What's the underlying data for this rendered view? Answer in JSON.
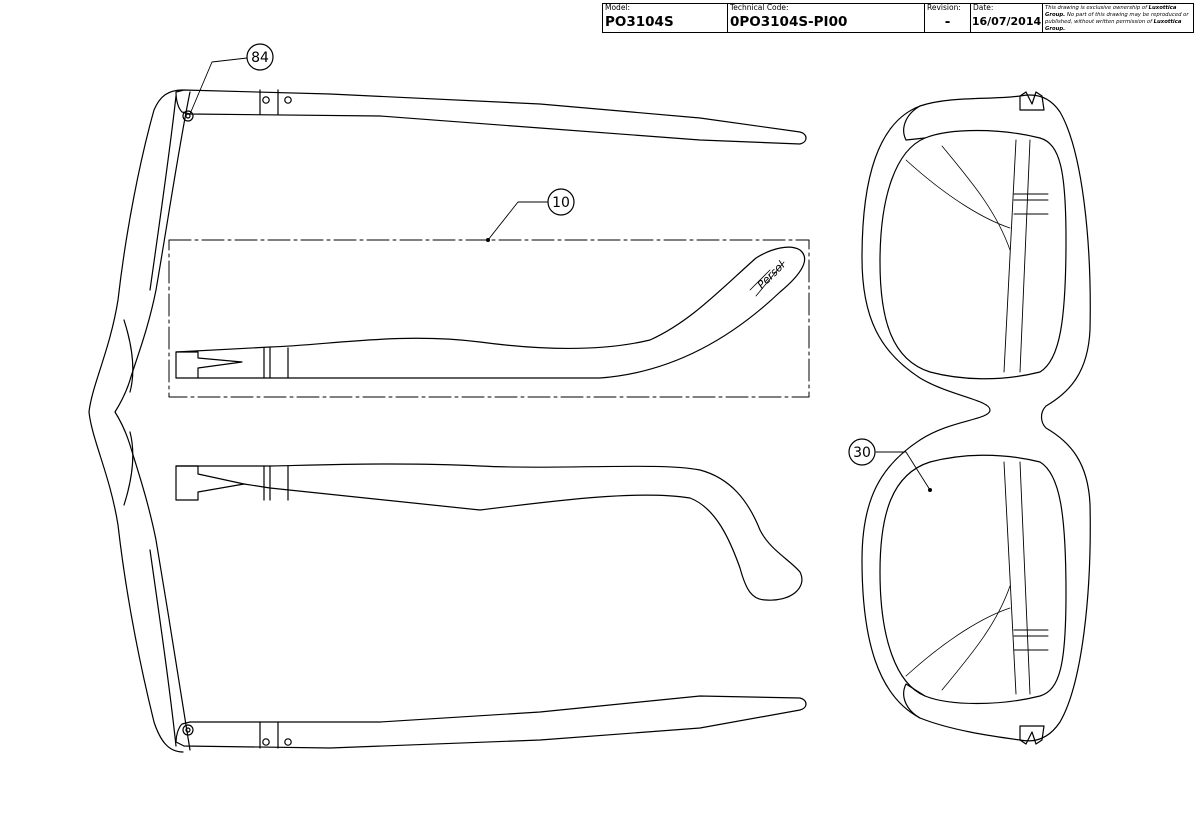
{
  "title_block": {
    "model_caption": "Model:",
    "model": "PO3104S",
    "technical_code_caption": "Technical Code:",
    "technical_code": "0PO3104S-PI00",
    "revision_caption": "Revision:",
    "revision": "-",
    "date_caption": "Date:",
    "date": "16/07/2014",
    "notice_part1": "This drawing is exclusive ownership of ",
    "notice_owner1": "Luxottica Group.",
    "notice_part2": " No part of this drawing may be reproduced or published, without written permission of ",
    "notice_owner2": "Luxottica Group."
  },
  "callouts": {
    "hinge_screw": "84",
    "temple_detail": "10",
    "lens": "30"
  },
  "logo_script": "Persol"
}
